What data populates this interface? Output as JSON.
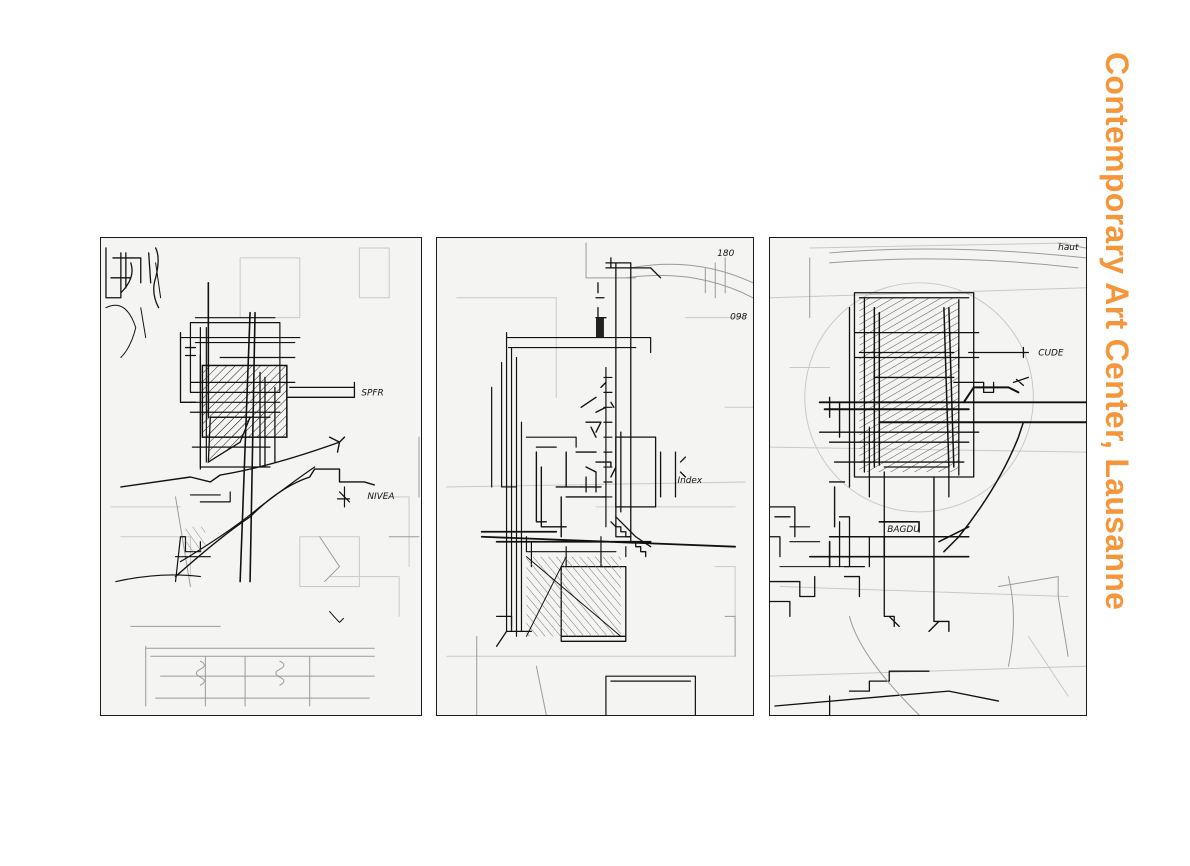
{
  "title": "Contemporary Art Center, Lausanne",
  "colors": {
    "title": "#f5963a",
    "sketch_ink": "#111111",
    "paper": "#f4f4f2",
    "frame": "#1a1a1a"
  },
  "sketches": [
    {
      "id": "sketch-1"
    },
    {
      "id": "sketch-2"
    },
    {
      "id": "sketch-3"
    }
  ]
}
